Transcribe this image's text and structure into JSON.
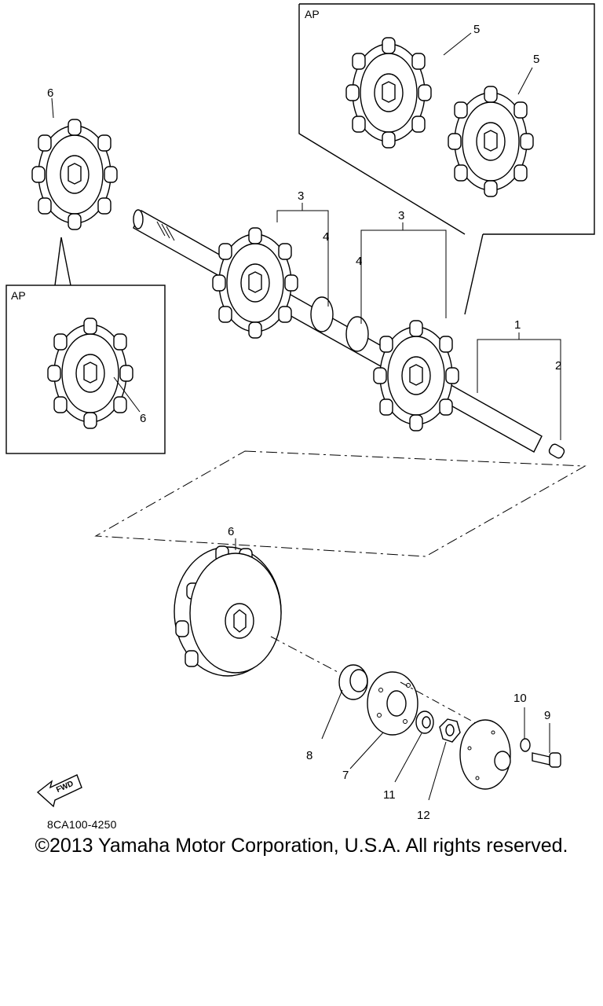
{
  "diagram": {
    "inset_label": "AP",
    "fwd_label": "FWD",
    "part_labels": {
      "p1": "1",
      "p2": "2",
      "p3": "3",
      "p4": "4",
      "p5": "5",
      "p6": "6",
      "p7": "7",
      "p8": "8",
      "p9": "9",
      "p10": "10",
      "p11": "11",
      "p12": "12"
    }
  },
  "footer": {
    "code": "8CA100-4250",
    "copyright": "©2013 Yamaha Motor Corporation, U.S.A. All rights reserved."
  }
}
